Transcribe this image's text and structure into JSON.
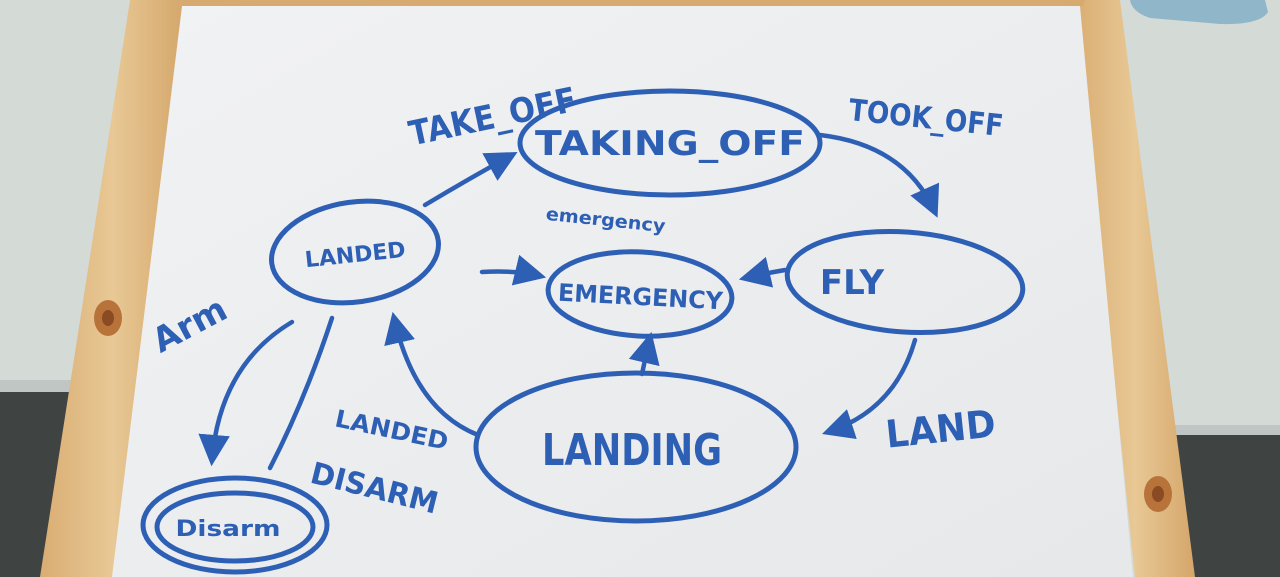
{
  "board": {
    "states": {
      "landed": "LANDED",
      "taking_off": "TAKING_OFF",
      "fly": "FLY",
      "emergency": "EMERGENCY",
      "landing": "LANDING",
      "disarm": "Disarm"
    },
    "transitions": {
      "take_off": "TAKE_OFF",
      "took_off": "TOOK_OFF",
      "emergency": "emergency",
      "land": "LAND",
      "arm": "Arm",
      "landed": "LANDED",
      "disarm": "DISARM"
    }
  },
  "colors": {
    "ink": "#2d5fb5",
    "board": "#eef0f2",
    "frame": "#dcb47e"
  }
}
